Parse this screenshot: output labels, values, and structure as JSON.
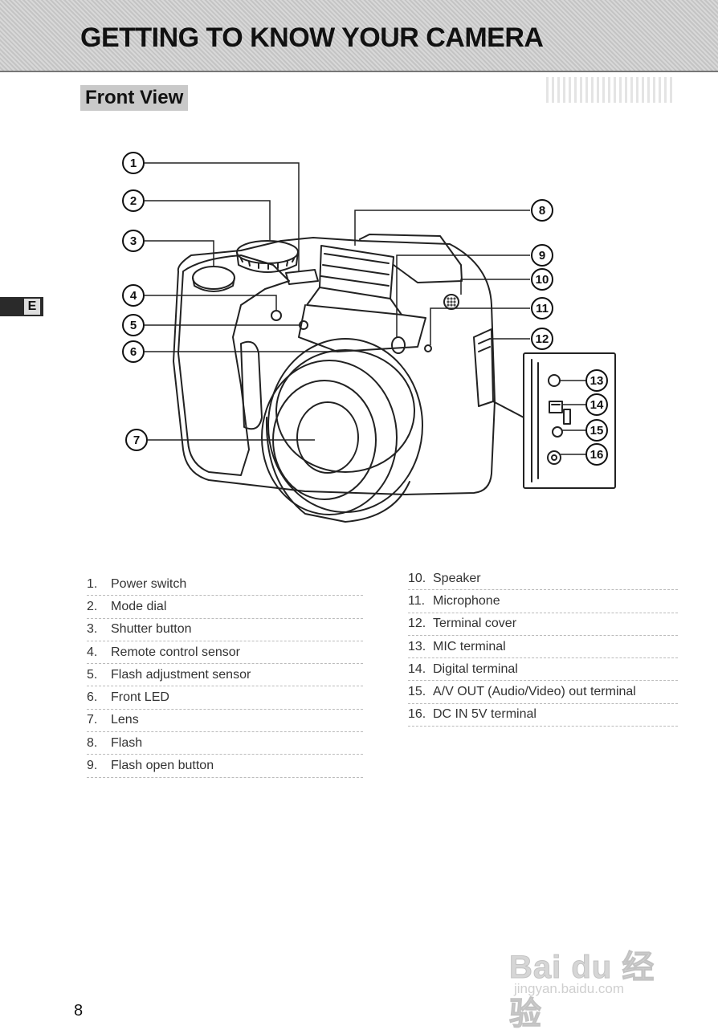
{
  "header": {
    "title": "GETTING TO KNOW YOUR CAMERA"
  },
  "section": {
    "title": "Front View"
  },
  "side_tab": {
    "label": "E"
  },
  "diagram": {
    "callouts": [
      "1",
      "2",
      "3",
      "4",
      "5",
      "6",
      "7",
      "8",
      "9",
      "10",
      "11",
      "12",
      "13",
      "14",
      "15",
      "16"
    ]
  },
  "parts": {
    "left": [
      {
        "num": "1.",
        "label": "Power switch"
      },
      {
        "num": "2.",
        "label": "Mode dial"
      },
      {
        "num": "3.",
        "label": "Shutter button"
      },
      {
        "num": "4.",
        "label": "Remote control sensor"
      },
      {
        "num": "5.",
        "label": "Flash adjustment sensor"
      },
      {
        "num": "6.",
        "label": "Front LED"
      },
      {
        "num": "7.",
        "label": "Lens"
      },
      {
        "num": "8.",
        "label": "Flash"
      },
      {
        "num": "9.",
        "label": "Flash open button"
      }
    ],
    "right": [
      {
        "num": "10.",
        "label": "Speaker"
      },
      {
        "num": "11.",
        "label": "Microphone"
      },
      {
        "num": "12.",
        "label": "Terminal cover"
      },
      {
        "num": "13.",
        "label": "MIC terminal"
      },
      {
        "num": "14.",
        "label": "Digital terminal"
      },
      {
        "num": "15.",
        "label": "A/V OUT (Audio/Video) out terminal"
      },
      {
        "num": "16.",
        "label": "DC IN 5V terminal"
      }
    ]
  },
  "footer": {
    "page_number": "8"
  },
  "watermark": {
    "brand": "Bai du 经验",
    "url": "jingyan.baidu.com"
  }
}
